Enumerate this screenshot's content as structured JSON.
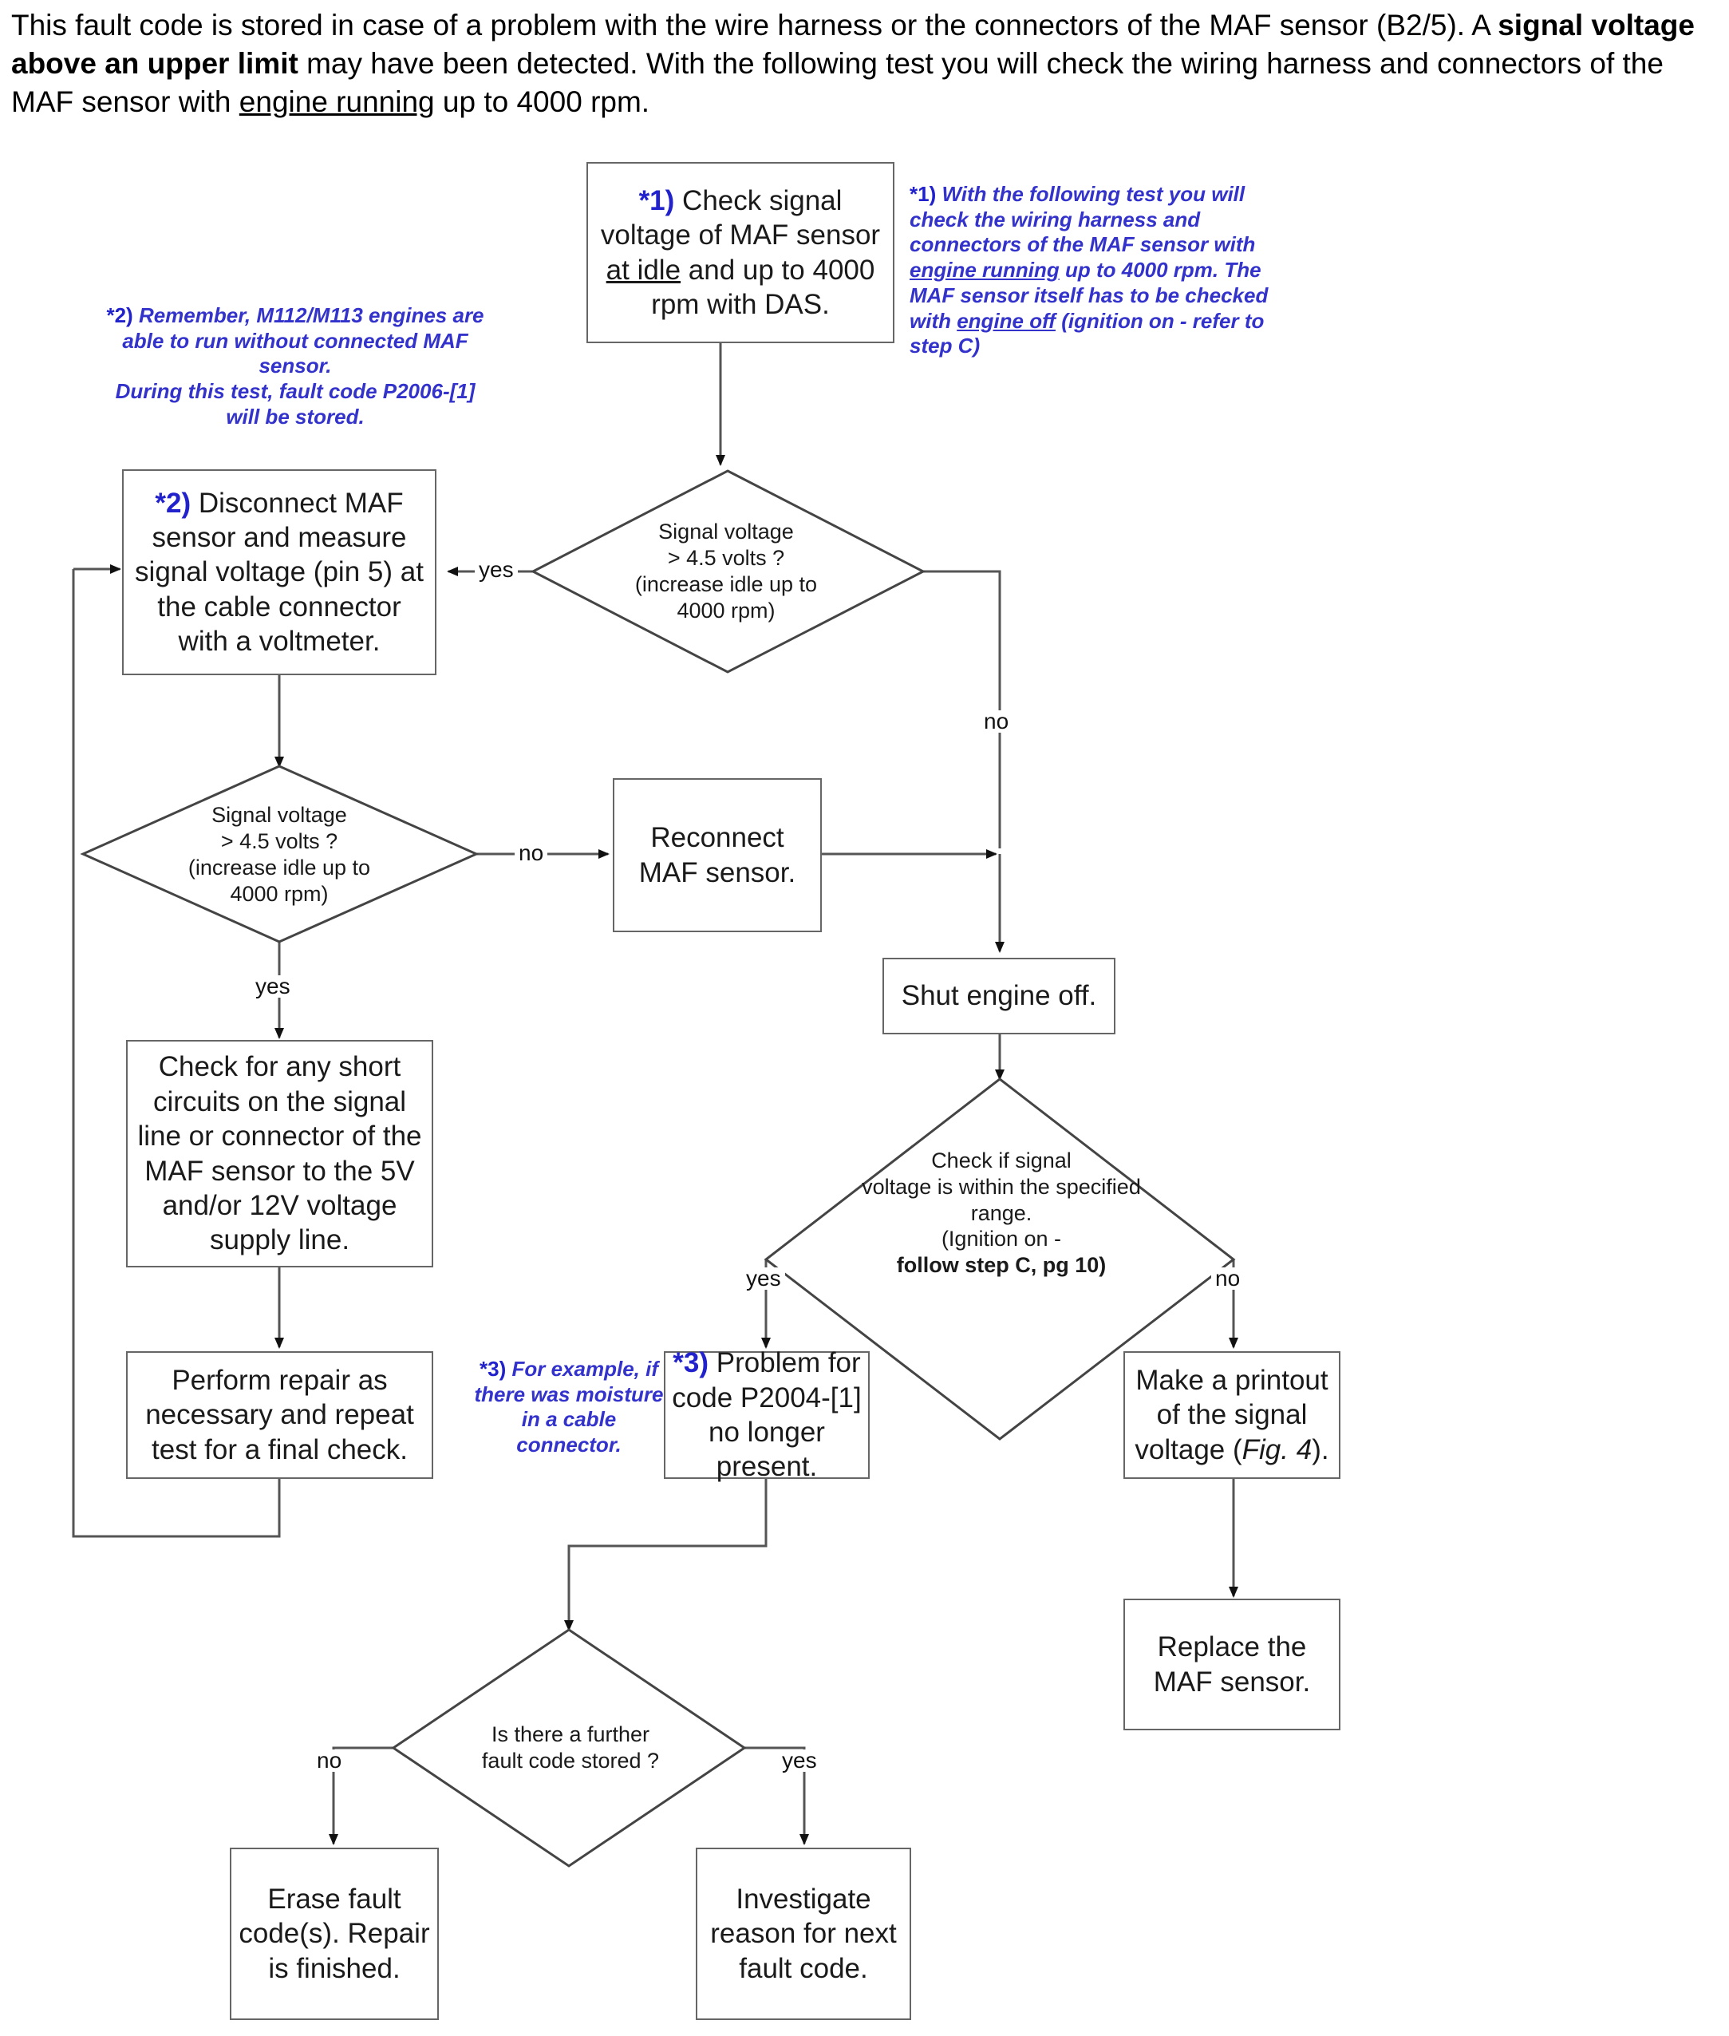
{
  "intro": {
    "line1_a": "This fault code is stored in case of a problem with the wire harness or the connectors of the  MAF sensor (B2/5). A ",
    "bold1": "signal voltage above an upper limit",
    "line1_b": " may have been detected. With the following test you will check the wiring harness and connectors of the  MAF sensor with ",
    "underline1": "engine running",
    "line1_c": " up to 4000 rpm."
  },
  "colors": {
    "note_blue": "#3333cc",
    "marker_blue": "#2222cc",
    "line": "#555555",
    "box_border": "#666666",
    "text": "#1a1a1a"
  },
  "nodes": {
    "check_signal_voltage": {
      "marker": "*1)",
      "text_a": "Check signal voltage of  MAF sensor ",
      "underline": "at idle",
      "text_b": " and up to 4000 rpm with DAS."
    },
    "disconnect_maf": {
      "marker": "*2)",
      "text": "Disconnect  MAF sensor and measure signal voltage (pin 5) at the cable connector with a voltmeter."
    },
    "decision_voltage_1": {
      "line1": "Signal voltage",
      "line2": "> 4.5 volts ?",
      "line3": "(increase idle up to",
      "line4": "4000 rpm)"
    },
    "decision_voltage_2": {
      "line1": "Signal voltage",
      "line2": "> 4.5 volts ?",
      "line3": "(increase idle up to",
      "line4": "4000 rpm)"
    },
    "reconnect_maf": {
      "text": "Reconnect MAF sensor."
    },
    "shut_engine_off": {
      "text": "Shut engine off."
    },
    "check_short_circuits": {
      "text": "Check for any short circuits on the signal line or connector of the MAF sensor to the 5V and/or 12V voltage supply line."
    },
    "decision_within_range": {
      "line1": "Check if signal",
      "line2": "voltage is within the specified",
      "line3": "range.",
      "line4": "(Ignition on -",
      "line5_bold": "follow step C, pg 10)"
    },
    "perform_repair": {
      "text": "Perform repair as necessary and repeat test  for a final check."
    },
    "problem_no_longer": {
      "marker": "*3)",
      "text": "Problem for code P2004-[1] no longer present."
    },
    "make_printout": {
      "text_a": "Make a printout of the signal voltage (",
      "italic": "Fig. 4",
      "text_b": ")."
    },
    "replace_maf": {
      "text": "Replace the MAF sensor."
    },
    "decision_further_fault": {
      "line1": "Is there a further",
      "line2": "fault code stored ?"
    },
    "erase_fault_codes": {
      "text": "Erase fault code(s). Repair is finished."
    },
    "investigate_reason": {
      "text": "Investigate reason for next fault code."
    }
  },
  "notes": {
    "note1": {
      "marker": "*1)",
      "t1": "With the following test you will check the wiring harness and connectors of the  MAF sensor with ",
      "u1": "engine running",
      "t2": " up to 4000 rpm. The  MAF sensor itself has to be checked with ",
      "u2": "engine off",
      "t3": " (ignition on - refer to step C)"
    },
    "note2": {
      "marker": "*2)",
      "t1": "Remember, M112/M113 engines are able to run without connected MAF sensor.",
      "t2": "During this test, fault code P2006-[1] will be stored."
    },
    "note3": {
      "marker": "*3)",
      "t1": "For example, if there was moisture in a cable connector."
    }
  },
  "edge_labels": {
    "yes_to_disconnect": "yes",
    "no_from_decision1": "no",
    "no_to_reconnect": "no",
    "yes_from_decision2": "yes",
    "yes_from_range": "yes",
    "no_from_range": "no",
    "no_further_fault": "no",
    "yes_further_fault": "yes"
  }
}
